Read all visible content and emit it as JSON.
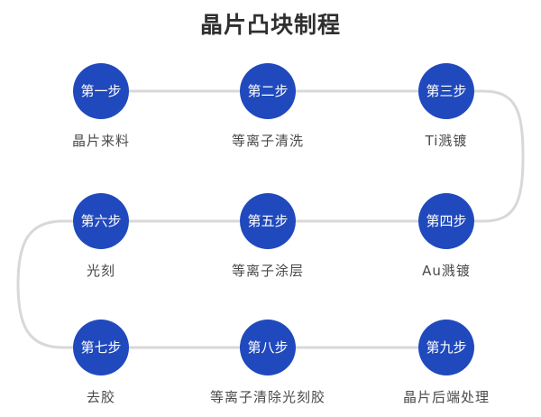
{
  "title": "晶片凸块制程",
  "colors": {
    "node_fill": "#2049bd",
    "node_text": "#ffffff",
    "label_text": "#4a4a4a",
    "connector": "#d8d8d8",
    "title_text": "#2f2f2f",
    "background": "#ffffff"
  },
  "flow": {
    "steps": [
      {
        "step": "第一步",
        "label": "晶片来料",
        "row": 1,
        "col": 1
      },
      {
        "step": "第二步",
        "label": "等离子清洗",
        "row": 1,
        "col": 2
      },
      {
        "step": "第三步",
        "label": "Ti溅镀",
        "row": 1,
        "col": 3
      },
      {
        "step": "第四步",
        "label": "Au溅镀",
        "row": 2,
        "col": 3
      },
      {
        "step": "第五步",
        "label": "等离子涂层",
        "row": 2,
        "col": 2
      },
      {
        "step": "第六步",
        "label": "光刻",
        "row": 2,
        "col": 1
      },
      {
        "step": "第七步",
        "label": "去胶",
        "row": 3,
        "col": 1
      },
      {
        "step": "第八步",
        "label": "等离子清除光刻胶",
        "row": 3,
        "col": 2
      },
      {
        "step": "第九步",
        "label": "晶片后端处理",
        "row": 3,
        "col": 3
      }
    ]
  }
}
